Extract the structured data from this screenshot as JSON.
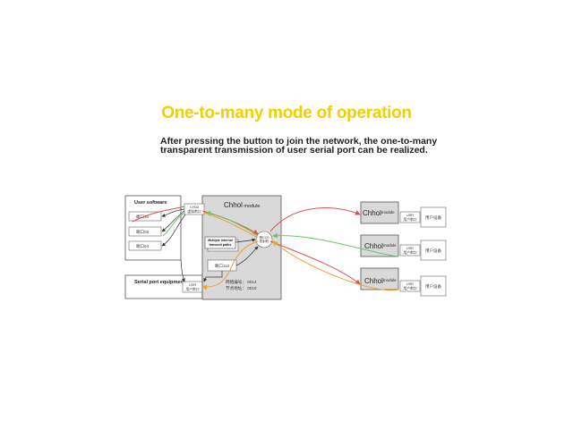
{
  "header": {
    "title": "One-to-many mode of operation",
    "subtitle_line1": "After pressing the button to join the network, the one-to-many",
    "subtitle_line2": "transparent transmission of user serial port can be realized."
  },
  "diagram": {
    "user_software": {
      "title": "User software",
      "ports": [
        "端口16",
        "端口03",
        "端口04"
      ]
    },
    "serial_equipment": {
      "title": "Serial port equipment"
    },
    "main_module": {
      "title_prefix": "Chhol",
      "title_suffix": " module",
      "virtual_serial_line1": "CH03",
      "virtual_serial_line2": "虚拟串口",
      "routing_line1": "Multiple internal",
      "routing_line2": "transmit paths",
      "port_box": "端口112",
      "usr_line1": "USR",
      "usr_line2": "用户串口",
      "hub_line1": "物CO2",
      "hub_line2": "发射机",
      "net_id": "网络编号： 0014",
      "node_addr": "节点地址： 0010"
    },
    "remote_modules": [
      {
        "prefix": "Chhol",
        "suffix": "module",
        "usr_line1": "USR",
        "usr_line2": "用户串口",
        "device": "用户设备"
      },
      {
        "prefix": "Chhol",
        "suffix": "module",
        "usr_line1": "USR",
        "usr_line2": "用户串口",
        "device": "用户设备"
      },
      {
        "prefix": "Chhol",
        "suffix": "module",
        "usr_line1": "USR",
        "usr_line2": "用户串口",
        "device": "用户设备"
      }
    ],
    "colors": {
      "red": "#e05050",
      "green": "#6cc36c",
      "orange": "#f0a030",
      "panel": "#d9d9d9",
      "border": "#555555"
    }
  }
}
